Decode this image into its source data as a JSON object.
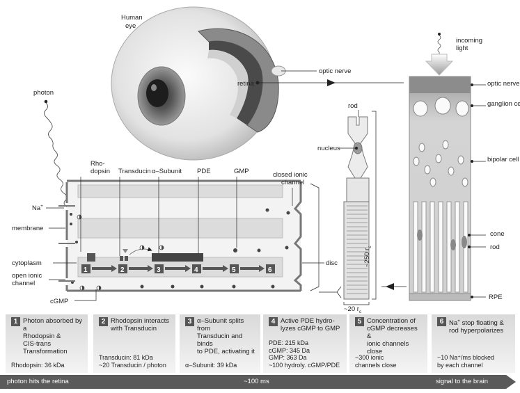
{
  "eye": {
    "label_line1": "Human",
    "label_line2": "eye",
    "retina": "retina",
    "optic_nerve": "optic nerve"
  },
  "light": {
    "line1": "incoming",
    "line2": "light"
  },
  "photon": "photon",
  "rod_label": "rod",
  "nucleus": "nucleus",
  "disc": "disc",
  "rod_length": "~250 r",
  "rod_length_sub": "c",
  "rod_width": "~20 r",
  "rod_width_sub": "c",
  "retina_layers": [
    "optic nerve",
    "ganglion cell",
    "bipolar cell",
    "cone",
    "rod",
    "RPE"
  ],
  "membrane_labels": {
    "na": "Na",
    "na_sup": "+",
    "membrane": "membrane",
    "cytoplasm": "cytoplasm",
    "open_channel_line1": "open ionic",
    "open_channel_line2": "channel",
    "closed_channel_line1": "closed ionic",
    "closed_channel_line2": "channel",
    "cgmp": "cGMP",
    "rhodopsin_line1": "Rho-",
    "rhodopsin_line2": "dopsin",
    "transducin": "Transducin",
    "alpha_subunit": "α–Subunit",
    "pde": "PDE",
    "gmp": "GMP"
  },
  "steps": [
    "1",
    "2",
    "3",
    "4",
    "5",
    "6"
  ],
  "panels": [
    {
      "num": "1",
      "title": "Photon absorbed by a\nRhodopsin &\nCIS-trans\nTransformation",
      "detail": "Rhodopsin: 36 kDa"
    },
    {
      "num": "2",
      "title": "Rhodopsin interacts\nwith Transducin",
      "detail": "Transducin: 81 kDa\n~20 Transducin / photon"
    },
    {
      "num": "3",
      "title": "α–Subunit splits from\nTransducin and binds\nto PDE, activating it",
      "detail": "α–Subunit: 39 kDa"
    },
    {
      "num": "4",
      "title": "Active PDE hydro-\nlyzes cGMP to GMP",
      "detail": "PDE:    215 kDa\ncGMP:  345 Da\nGMP:   363 Da\n~100 hydroly. cGMP/PDE"
    },
    {
      "num": "5",
      "title": "Concentration of\ncGMP decreases &\nionic channels close",
      "detail": "~300 ionic\nchannels close"
    },
    {
      "num": "6",
      "title_pre": "Na",
      "title_sup": "+",
      "title_post": " stop floating &\nrod hyperpolarizes",
      "detail": "~10 Na⁺/ms blocked\nby each channel"
    }
  ],
  "timeline": {
    "start": "photon hits the retina",
    "middle": "~100 ms",
    "end": "signal to the brain"
  }
}
